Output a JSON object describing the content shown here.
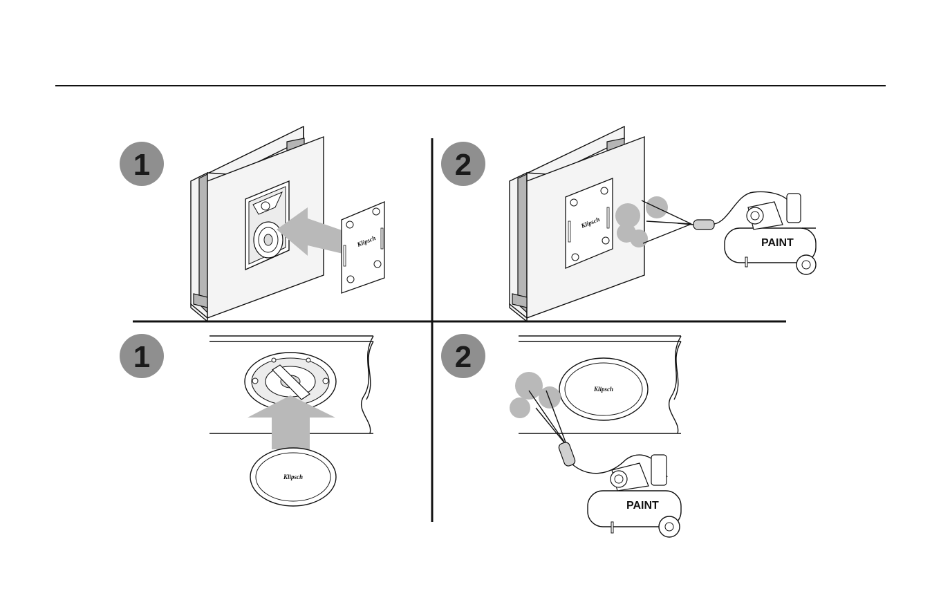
{
  "steps": {
    "inwall_step1": "1",
    "inwall_step2": "2",
    "inceiling_step1": "1",
    "inceiling_step2": "2"
  },
  "compressor": {
    "top_label": "PAINT",
    "bottom_label": "PAINT"
  },
  "brand": {
    "inwall_grille": "Klipsch",
    "inwall_grille_painted": "Klipsch",
    "ceiling_grille": "Klipsch",
    "ceiling_grille_installed": "Klipsch"
  },
  "colors": {
    "badge_fill": "#8f8f8f",
    "arrow_fill": "#b9b9b9",
    "line": "#111111"
  }
}
